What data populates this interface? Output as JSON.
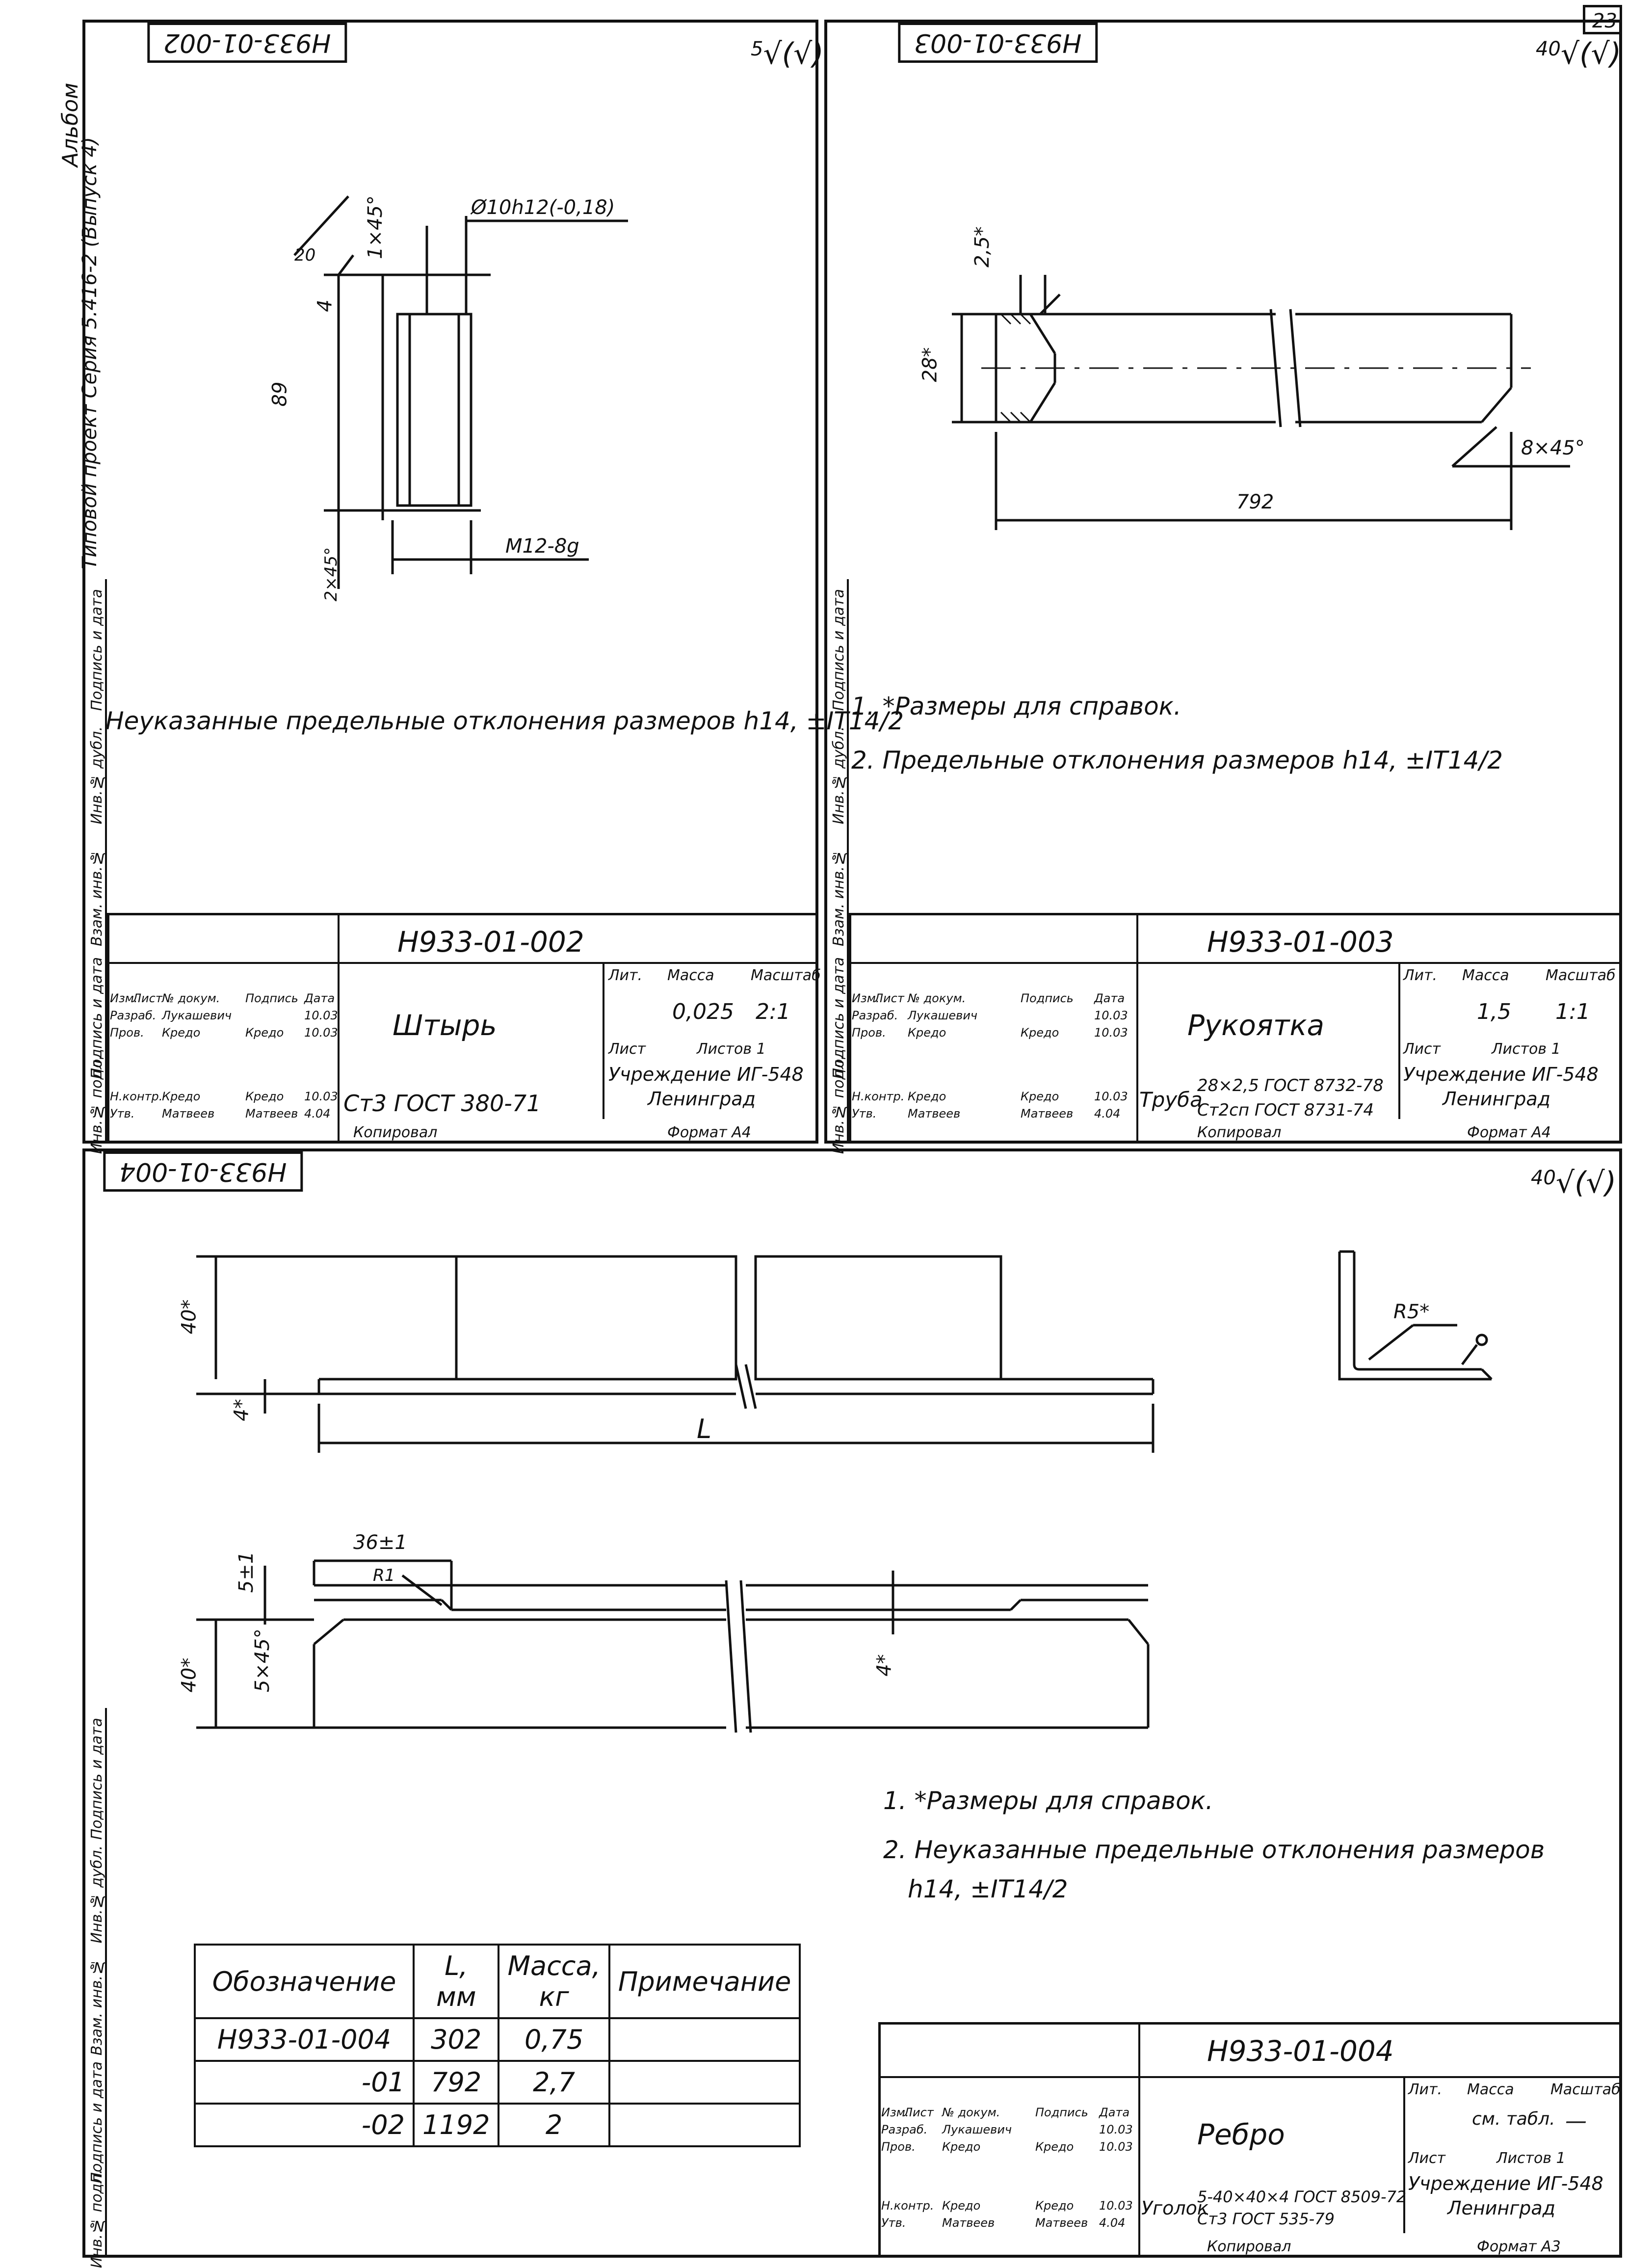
{
  "page_number": "23",
  "album_label": "Альбом",
  "series_label": "Типовой проект Серия 5.416-2 (Выпуск 4)",
  "side_columns": {
    "top_left": [
      "Инв.№ подл.",
      "Подпись и дата",
      "Взам. инв.№",
      "Инв.№ дубл.",
      "Подпись и дата"
    ],
    "top_right": [
      "Инв.№ подл.",
      "Подпись и дата",
      "Взам. инв.№",
      "Инв.№ дубл.",
      "Подпись и дата"
    ],
    "bottom_left": [
      "Инв.№ подл.",
      "Подпись и дата",
      "Взам. инв.№",
      "Инв.№ дубл.",
      "Подпись и дата"
    ]
  },
  "sheets": [
    {
      "stamp_code": "Н933-01-002",
      "roughness": "5",
      "dimensions": {
        "diameter": "Ø10h12(-0,18)",
        "chamfer_top": "1×45°",
        "length": "89",
        "thread_len": "4",
        "rough_local": "20",
        "chamfer_bottom": "2×45°",
        "thread": "M12-8g"
      },
      "notes": [
        "Неуказанные предельные отклонения размеров h14, ±IT14/2"
      ],
      "title_block": {
        "code": "Н933-01-002",
        "name": "Штырь",
        "material": "Ст3 ГОСТ 380-71",
        "mass": "0,025",
        "scale": "2:1",
        "sheet": "Лист",
        "sheets": "Листов 1",
        "org_1": "Учреждение ИГ-548",
        "org_2": "Ленинград",
        "copied": "Копировал",
        "format": "Формат А4",
        "col_headers": [
          "Изм.",
          "Лист",
          "№ докум.",
          "Подпись",
          "Дата"
        ],
        "rows": [
          [
            "Разраб.",
            "Лукашевич",
            "",
            "10.03"
          ],
          [
            "Пров.",
            "Кредо",
            "Кредо",
            "10.03"
          ],
          [
            "Н.контр.",
            "Кредо",
            "Кредо",
            "10.03"
          ],
          [
            "Утв.",
            "Матвеев",
            "Матвеев",
            "4.04"
          ]
        ],
        "lit_label": "Лит.",
        "mass_label": "Масса",
        "scale_label": "Масштаб"
      }
    },
    {
      "stamp_code": "Н933-01-003",
      "roughness": "40",
      "dimensions": {
        "wall": "2,5*",
        "diameter": "28*",
        "length": "792",
        "chamfer": "8×45°"
      },
      "notes": [
        "1. *Размеры для справок.",
        "2. Предельные отклонения размеров h14, ±IT14/2"
      ],
      "title_block": {
        "code": "Н933-01-003",
        "name": "Рукоятка",
        "material_prefix": "Труба",
        "material_top": "28×2,5 ГОСТ 8732-78",
        "material_bottom": "Ст2сп ГОСТ 8731-74",
        "mass": "1,5",
        "scale": "1:1",
        "sheet": "Лист",
        "sheets": "Листов 1",
        "org_1": "Учреждение ИГ-548",
        "org_2": "Ленинград",
        "copied": "Копировал",
        "format": "Формат А4",
        "col_headers": [
          "Изм.",
          "Лист",
          "№ докум.",
          "Подпись",
          "Дата"
        ],
        "rows": [
          [
            "Разраб.",
            "Лукашевич",
            "",
            "10.03"
          ],
          [
            "Пров.",
            "Кредо",
            "Кредо",
            "10.03"
          ],
          [
            "Н.контр.",
            "Кредо",
            "Кредо",
            "10.03"
          ],
          [
            "Утв.",
            "Матвеев",
            "Матвеев",
            "4.04"
          ]
        ],
        "lit_label": "Лит.",
        "mass_label": "Масса",
        "scale_label": "Масштаб"
      }
    },
    {
      "stamp_code": "Н933-01-004",
      "roughness": "40",
      "dimensions": {
        "height": "40*",
        "thickness": "4*",
        "length": "L",
        "cut_len": "36±1",
        "cut_depth": "5±1",
        "radius_local": "R1",
        "chamfer": "5×45°",
        "height2": "40*",
        "thickness2": "4*",
        "profile_radius": "R5*"
      },
      "notes": [
        "1. *Размеры для справок.",
        "2. Неуказанные предельные отклонения размеров",
        "h14, ±IT14/2"
      ],
      "spec_table": {
        "headers": [
          "Обозначение",
          "L, мм",
          "Масса, кг",
          "Примечание"
        ],
        "rows": [
          [
            "Н933-01-004",
            "302",
            "0,75",
            ""
          ],
          [
            "-01",
            "792",
            "2,7",
            ""
          ],
          [
            "-02",
            "1192",
            "2",
            ""
          ]
        ]
      },
      "title_block": {
        "code": "Н933-01-004",
        "name": "Ребро",
        "material_prefix": "Уголок",
        "material_top": "5-40×40×4 ГОСТ 8509-72",
        "material_bottom": "Ст3 ГОСТ 535-79",
        "mass": "см. табл.",
        "scale": "—",
        "sheet": "Лист",
        "sheets": "Листов 1",
        "org_1": "Учреждение ИГ-548",
        "org_2": "Ленинград",
        "copied": "Копировал",
        "format": "Формат А3",
        "col_headers": [
          "Изм.",
          "Лист",
          "№ докум.",
          "Подпись",
          "Дата"
        ],
        "rows": [
          [
            "Разраб.",
            "Лукашевич",
            "",
            "10.03"
          ],
          [
            "Пров.",
            "Кредо",
            "Кредо",
            "10.03"
          ],
          [
            "Н.контр.",
            "Кредо",
            "Кредо",
            "10.03"
          ],
          [
            "Утв.",
            "Матвеев",
            "Матвеев",
            "4.04"
          ]
        ],
        "lit_label": "Лит.",
        "mass_label": "Масса",
        "scale_label": "Масштаб"
      }
    }
  ]
}
